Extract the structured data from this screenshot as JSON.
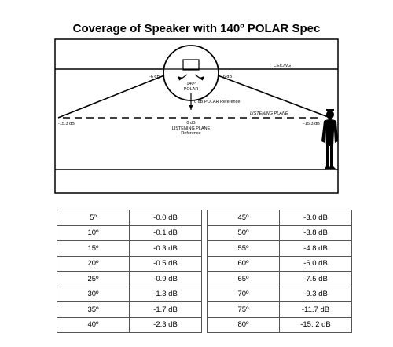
{
  "title": "Coverage of Speaker with 140º POLAR Spec",
  "diagram": {
    "ceiling_label": "CEILING",
    "polar_label_line1": "140º",
    "polar_label_line2": "POLAR",
    "left_edge_db": "-6 dB",
    "right_edge_db": "-6 dB",
    "polar_reference": "0 dB POLAR Reference",
    "listening_plane_label": "LISTENING PLANE",
    "left_floor_db": "-15.3 dB",
    "right_floor_db": "-15.3 dB",
    "center_db": "0 dB",
    "center_ref_line1": "LISTENING PLANE",
    "center_ref_line2": "Reference"
  },
  "tables": {
    "left": [
      {
        "angle": "5º",
        "db": "-0.0 dB"
      },
      {
        "angle": "10º",
        "db": "-0.1 dB"
      },
      {
        "angle": "15º",
        "db": "-0.3 dB"
      },
      {
        "angle": "20º",
        "db": "-0.5 dB"
      },
      {
        "angle": "25º",
        "db": "-0.9 dB"
      },
      {
        "angle": "30º",
        "db": "-1.3 dB"
      },
      {
        "angle": "35º",
        "db": "-1.7 dB"
      },
      {
        "angle": "40º",
        "db": "-2.3 dB"
      }
    ],
    "right": [
      {
        "angle": "45º",
        "db": "-3.0 dB"
      },
      {
        "angle": "50º",
        "db": "-3.8 dB"
      },
      {
        "angle": "55º",
        "db": "-4.8 dB"
      },
      {
        "angle": "60º",
        "db": "-6.0 dB"
      },
      {
        "angle": "65º",
        "db": "-7.5 dB"
      },
      {
        "angle": "70º",
        "db": "-9.3 dB"
      },
      {
        "angle": "75º",
        "db": "-11.7 dB"
      },
      {
        "angle": "80º",
        "db": "-15. 2 dB"
      }
    ]
  }
}
